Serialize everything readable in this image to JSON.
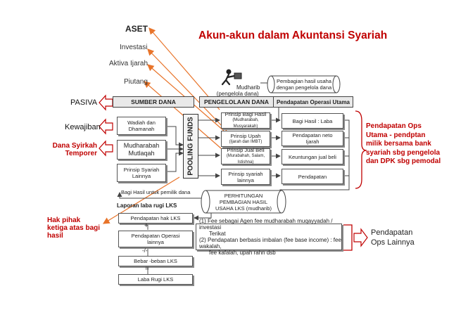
{
  "title": "Akun-akun dalam Akuntansi Syariah",
  "top_labels": {
    "aset": "ASET",
    "investasi": "Investasi",
    "aktiva_ijarah": "Aktiva Ijarah",
    "piutang": "Piutang"
  },
  "mudharib": {
    "label_line1": "Mudharib",
    "label_line2": "(pengelola dana)"
  },
  "pembagian_hasil_box": {
    "line1": "Pembagian hasil usaha",
    "line2": "dengan pengelola dana"
  },
  "headers": {
    "sumber_dana": "SUMBER DANA",
    "pengelolaan_dana": "PENGELOLAAN DANA",
    "pendapatan_operasi_utama": "Pendapatan Operasi Utama"
  },
  "left_labels": {
    "pasiva": "PASIVA",
    "kewajiban": "Kewajiban",
    "dana_syirkah": "Dana Syirkah Temporer",
    "hak_pihak_ketiga": "Hak pihak ketiga atas bagi hasil"
  },
  "sources": {
    "wadiah": {
      "line1": "Wadiah dan",
      "line2": "Dhamanah"
    },
    "mudharabah": {
      "line1": "Mudharabah",
      "line2": "Mutlaqah"
    },
    "prinsip_syariah": {
      "line1": "Prinsip Syariah",
      "line2": "Lainnya"
    }
  },
  "pooling_funds": "POOLING FUNDS",
  "pengelolaan": {
    "bagi_hasil": {
      "line1": "Prinsip Bagi Hasil",
      "line2": "(Mudharabah, Musyarakah)"
    },
    "upah": {
      "line1": "Prinsip Upah",
      "line2": "(Ijarah dan IMBT)"
    },
    "jual_beli": {
      "line1": "Prinsip Jual Beli",
      "line2": "(Murabahah, Salam, Istishna)"
    },
    "syariah_lainnya": {
      "line1": "Prinsip syariah",
      "line2": "lainnya"
    }
  },
  "pendapatan": {
    "bagi_hasil_laba": "Bagi Hasil : Laba",
    "neto_ijarah": {
      "line1": "Pendapatan neto",
      "line2": "Ijarah"
    },
    "keuntungan": "Keuntungan jual beli",
    "pendapatan": "Pendapatan"
  },
  "bagi_hasil_pemilik": "Bagi Hasil untuk pemilik dana",
  "perhitungan": {
    "line1": "PERHITUNGAN",
    "line2": "PEMBAGIAN HASIL",
    "line3": "USAHA LKS (mudharib)"
  },
  "laporan": {
    "title": "Laporan laba rugi LKS",
    "hak_lks": "Pendapatan hak LKS",
    "plus": "+",
    "ops_lainnya": {
      "line1": "Pendapatan Operasi",
      "line2": "lainnya"
    },
    "minus": "-/-",
    "beban": "Bebar -beban LKS",
    "equals": "=",
    "laba_rugi": "Laba Rugi LKS"
  },
  "ops_lainnya_list": {
    "item1_line1": "(1)  Fee sebagai Agen    fee mudharabah muqayyadah / investasi",
    "item1_line2": "Terikat",
    "item2_line1": "(2)  Pendapatan berbasis imbalan (fee base income) : fee wakalah,",
    "item2_line2": "fee kafalah, upah rahn dsb"
  },
  "right_note": "Pendapatan Ops Utama - pendptan milik bersama bank syariah sbg pengelola dan DPK sbg pemodal",
  "pendapatan_ops_lainnya": {
    "line1": "Pendapatan",
    "line2": "Ops Lainnya"
  },
  "colors": {
    "accent_red": "#c00000",
    "arrow_orange": "#e8742a",
    "line_gray": "#555555"
  },
  "icons": [
    "person-with-box-icon",
    "hollow-arrow-icon",
    "hollow-arrow-right-icon"
  ]
}
